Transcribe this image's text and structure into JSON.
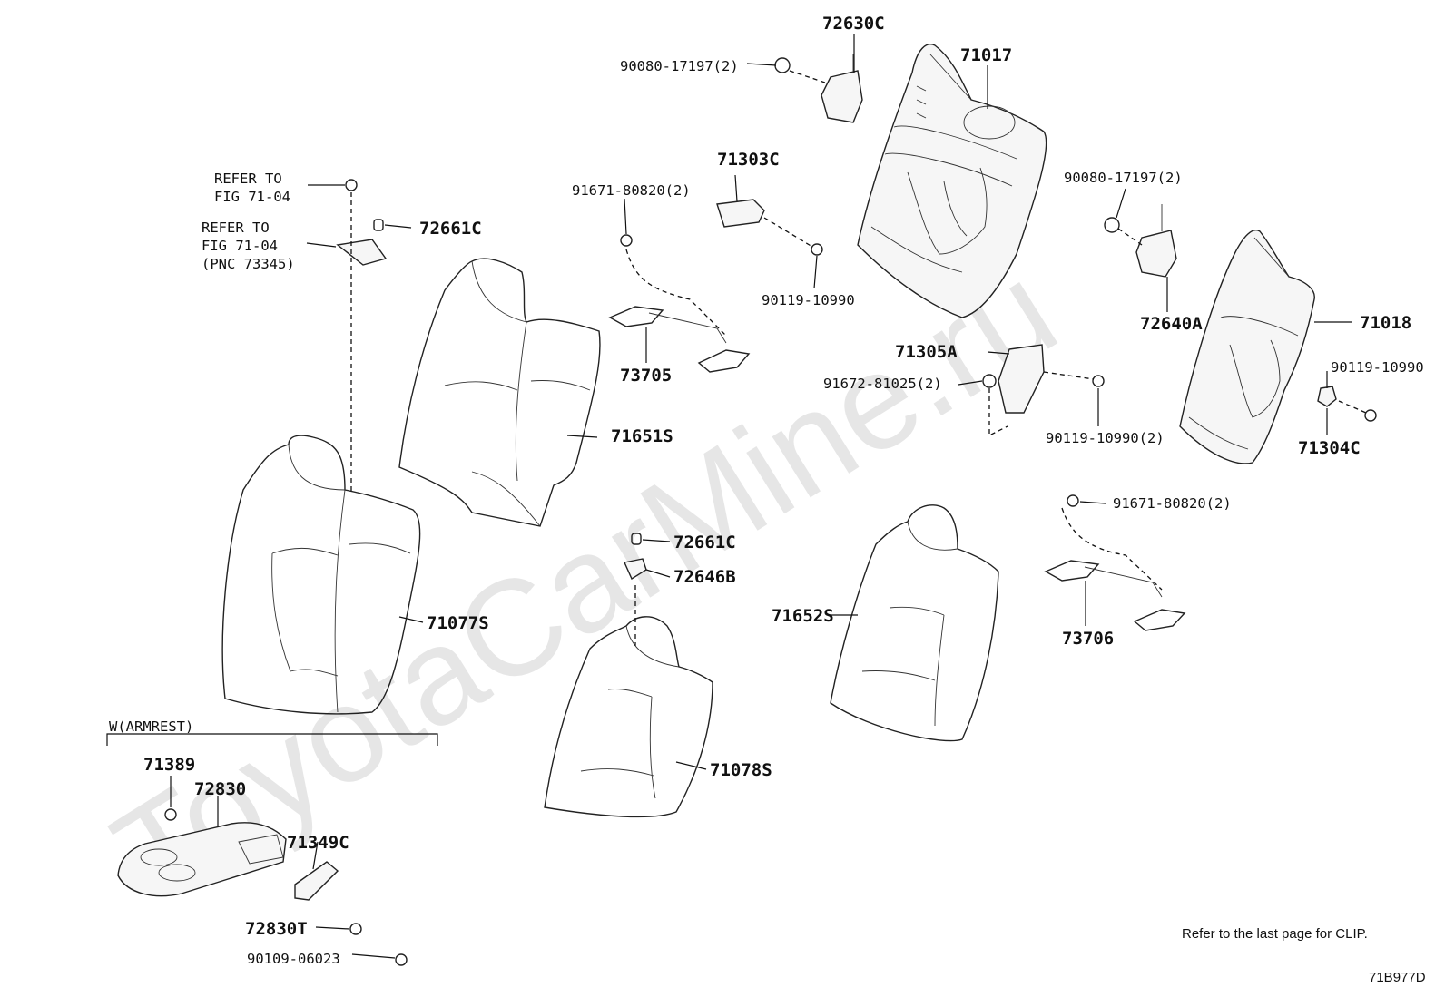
{
  "watermark": "ToyotaCarMine.ru",
  "refer_note": "Refer to the last page for CLIP.",
  "figure_code": "71B977D",
  "armrest_group_label": "W(ARMREST)",
  "labels": {
    "p72630C": "72630C",
    "p90080_17197_2_top": "90080-17197(2)",
    "p71017": "71017",
    "p71303C": "71303C",
    "p91671_80820_2_left": "91671-80820(2)",
    "p90119_10990_mid": "90119-10990",
    "p73705": "73705",
    "p71651S": "71651S",
    "refer1_line1": "REFER TO",
    "refer1_line2": "FIG 71-04",
    "refer2_line1": "REFER TO",
    "refer2_line2": "FIG 71-04",
    "refer2_line3": "(PNC 73345)",
    "p72661C_top": "72661C",
    "p71077S": "71077S",
    "p90080_17197_2_right": "90080-17197(2)",
    "p72640A": "72640A",
    "p71018": "71018",
    "p71305A": "71305A",
    "p91672_81025_2": "91672-81025(2)",
    "p90119_10990_2": "90119-10990(2)",
    "p90119_10990_right": "90119-10990",
    "p71304C": "71304C",
    "p91671_80820_2_right": "91671-80820(2)",
    "p73706": "73706",
    "p72661C_mid": "72661C",
    "p72646B": "72646B",
    "p71652S": "71652S",
    "p71078S": "71078S",
    "p71389": "71389",
    "p72830": "72830",
    "p71349C": "71349C",
    "p72830T": "72830T",
    "p90109_06023": "90109-06023"
  }
}
